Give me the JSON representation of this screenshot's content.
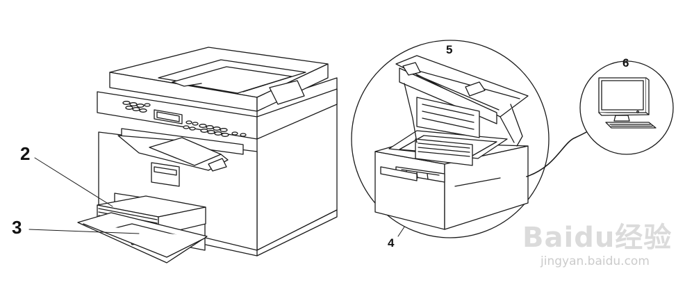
{
  "callouts": {
    "c2": "2",
    "c3": "3",
    "c4": "4",
    "c5": "5",
    "c6": "6"
  },
  "watermark": {
    "brand": "Baidu经验",
    "url": "jingyan.baidu.com"
  },
  "colors": {
    "line": "#1a1a1a",
    "fill": "#ffffff",
    "watermark": "#bebebe"
  }
}
